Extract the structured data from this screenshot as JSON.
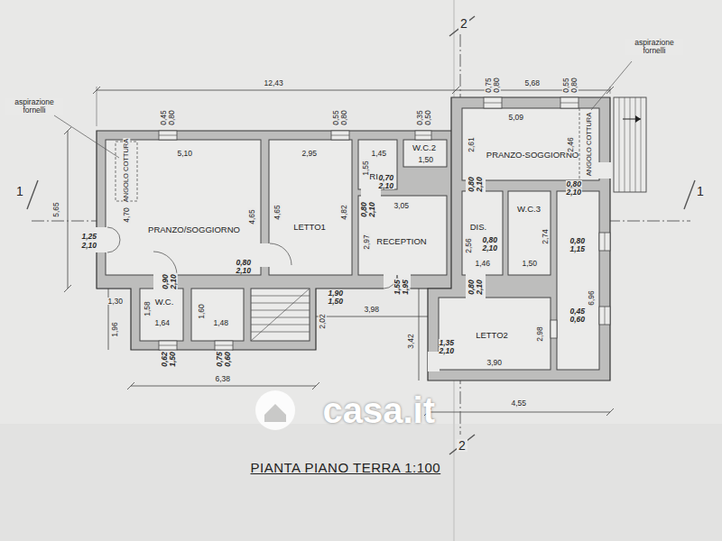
{
  "diagram": {
    "title": "PIANTA PIANO TERRA 1:100",
    "nodes": [
      {
        "text": [
          "PRANZO/SOGGIORNO"
        ]
      },
      {
        "text": [
          "LETTO1"
        ]
      },
      {
        "text": [
          "RIP."
        ]
      },
      {
        "text": [
          "W.C.2"
        ]
      },
      {
        "text": [
          "RECEPTION"
        ]
      },
      {
        "text": [
          "W.C."
        ]
      },
      {
        "text": [
          "PRANZO-SOGGIORNO"
        ]
      },
      {
        "text": [
          "DIS."
        ]
      },
      {
        "text": [
          "W.C.3"
        ]
      },
      {
        "text": [
          "LETTO2"
        ]
      }
    ],
    "labels": [
      "12,43",
      "5,68",
      "0,45",
      "0,80",
      "0,55",
      "0,80",
      "0,35",
      "0,50",
      "0,75",
      "0,80",
      "0,55",
      "0,80",
      "aspirazione fornelli",
      "aspirazione fornelli",
      "1",
      "1",
      "2",
      "2",
      "5,65",
      "5,10",
      "ANGOLO COTTURA",
      "4,70",
      "4,65",
      "1,25",
      "2,10",
      "0,90",
      "2,10",
      "0,80",
      "2,10",
      "1,30",
      "1,96",
      "1,58",
      "1,64",
      "1,60",
      "1,48",
      "0,62",
      "1,50",
      "0,75",
      "0,60",
      "6,38",
      "2,95",
      "4,65",
      "4,82",
      "1,90",
      "1,50",
      "2,02",
      "3,98",
      "3,42",
      "1,45",
      "1,55",
      "0,70",
      "2,10",
      "1,50",
      "0,80",
      "2,10",
      "3,05",
      "2,97",
      "1,55",
      "1,95",
      "0,80",
      "2,10",
      "5,09",
      "2,61",
      "2,46",
      "ANGOLO COTTURA",
      "0,80",
      "2,10",
      "2,56",
      "0,80",
      "2,10",
      "1,46",
      "2,74",
      "1,50",
      "0,80",
      "1,15",
      "6,96",
      "0,80",
      "2,10",
      "0,45",
      "0,60",
      "2,98",
      "1,35",
      "2,10",
      "3,90",
      "4,55",
      "casa.it"
    ]
  }
}
